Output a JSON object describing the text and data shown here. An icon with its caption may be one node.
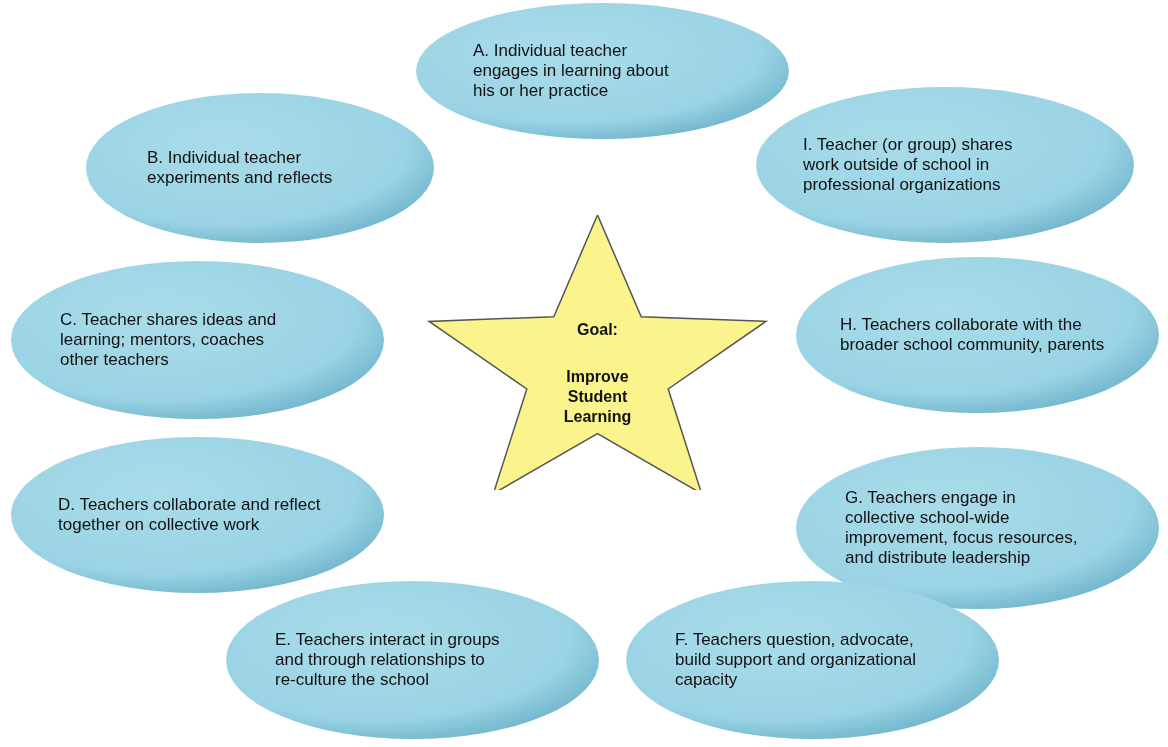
{
  "diagram": {
    "nodes": [
      {
        "text": [
          "A. Individual teacher engages in learning about his or her practice"
        ]
      },
      {
        "text": [
          "B. Individual teacher experiments and reflects"
        ]
      },
      {
        "text": [
          "I. Teacher (or group) shares work outside of school in professional organizations"
        ]
      },
      {
        "text": [
          "C. Teacher shares ideas and learning; mentors, coaches other teachers"
        ]
      },
      {
        "text": [
          "Goal:",
          "Improve Student Learning"
        ]
      },
      {
        "text": [
          "H. Teachers collaborate with the broader school community, parents"
        ]
      },
      {
        "text": [
          "D. Teachers collaborate and reflect together on collective work"
        ]
      },
      {
        "text": [
          "G. Teachers engage in collective school-wide improvement, focus resources, and distribute leadership"
        ]
      },
      {
        "text": [
          "E. Teachers interact in groups and through relationships to re-culture the school"
        ]
      },
      {
        "text": [
          "F. Teachers question, advocate, build support and organizational capacity"
        ]
      }
    ]
  }
}
